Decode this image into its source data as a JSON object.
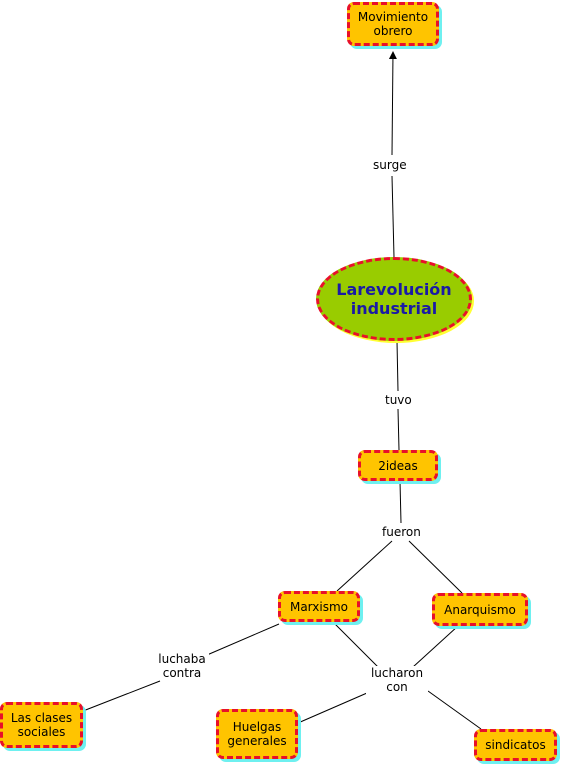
{
  "diagram": {
    "central": "Larevolución industrial",
    "nodes": {
      "movimiento": "Movimiento obrero",
      "ideas": "2ideas",
      "marxismo": "Marxismo",
      "anarquismo": "Anarquismo",
      "clases": "Las clases sociales",
      "huelgas": "Huelgas generales",
      "sindicatos": "sindicatos"
    },
    "links": {
      "surge": "surge",
      "tuvo": "tuvo",
      "fueron": "fueron",
      "luchaba": "luchaba contra",
      "lucharon": "lucharon con"
    },
    "colors": {
      "node_fill": "#ffc400",
      "node_border": "#e8102a",
      "node_shadow": "#6ef0f0",
      "central_fill": "#99cc00",
      "central_text": "#1a1aa6"
    }
  }
}
